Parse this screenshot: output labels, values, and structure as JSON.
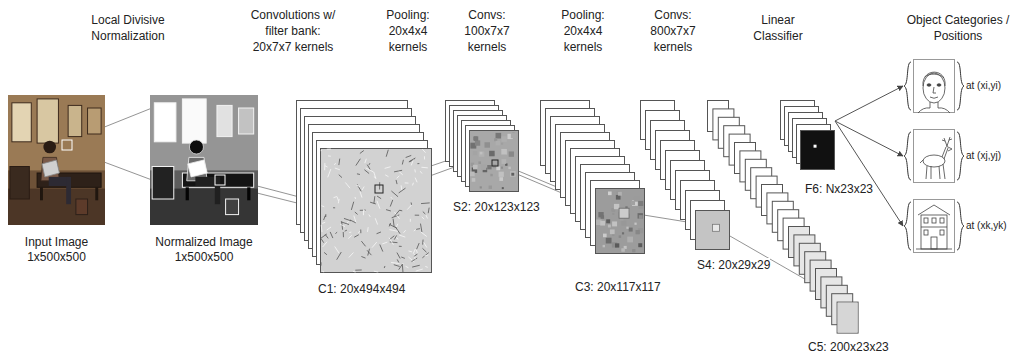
{
  "diagram": {
    "nodes": [
      {
        "text": [
          "Input Image 1x500x500"
        ]
      },
      {
        "text": [
          "Normalized Image 1x500x500"
        ]
      },
      {
        "text": [
          "C1: 20x494x494"
        ]
      },
      {
        "text": [
          "S2: 20x123x123"
        ]
      },
      {
        "text": [
          "C3: 20x117x117"
        ]
      },
      {
        "text": [
          "S4: 20x29x29"
        ]
      },
      {
        "text": [
          "C5: 200x23x23"
        ]
      },
      {
        "text": [
          "F6: Nx23x23"
        ]
      },
      {
        "text": [
          "at (xi,yi)"
        ]
      },
      {
        "text": [
          "at (xj,yj)"
        ]
      },
      {
        "text": [
          "at (xk,yk)"
        ]
      }
    ],
    "edges": [
      {
        "from": 7,
        "to": 8,
        "arrow": "to"
      },
      {
        "from": 7,
        "to": 9,
        "arrow": "to"
      },
      {
        "from": 7,
        "to": 10,
        "arrow": "to"
      }
    ],
    "labels": [
      "Local Divisive Normalization",
      "Convolutions w/ filter bank: 20x7x7 kernels",
      "Pooling: 20x4x4 kernels",
      "Convs: 100x7x7 kernels",
      "Pooling: 20x4x4 kernels",
      "Convs: 800x7x7 kernels",
      "Linear Classifier",
      "Object Categories / Positions"
    ]
  }
}
